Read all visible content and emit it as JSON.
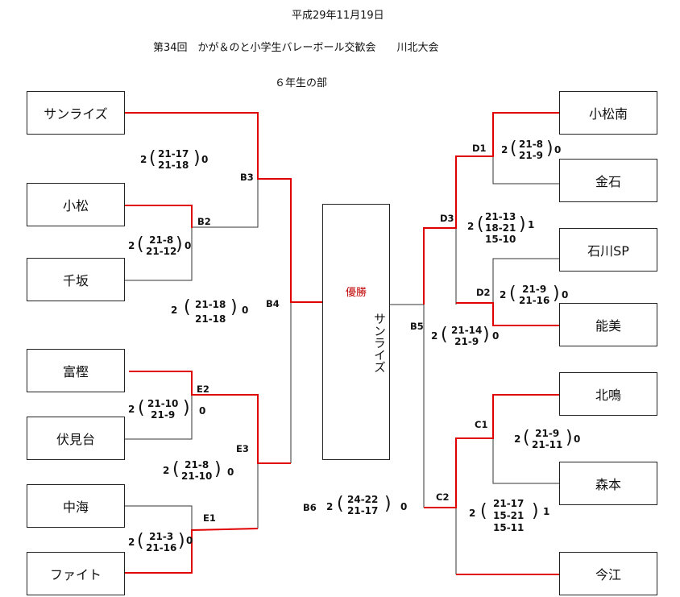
{
  "header": {
    "date": "平成29年11月19日",
    "title": "第34回　かが＆のと小学生バレーボール交歓会　　川北大会",
    "division": "６年生の部"
  },
  "teams": {
    "left": [
      "サンライズ",
      "小松",
      "千坂",
      "富樫",
      "伏見台",
      "中海",
      "ファイト"
    ],
    "right": [
      "小松南",
      "金石",
      "石川SP",
      "能美",
      "北鳴",
      "森本",
      "今江"
    ]
  },
  "champion": {
    "label": "優勝",
    "name": "サンライズ"
  },
  "matches": {
    "B2": {
      "label": "B2",
      "left": "2",
      "right": "0",
      "sets": [
        "21-8",
        "21-12"
      ]
    },
    "B3": {
      "label": "B3",
      "left": "2",
      "right": "0",
      "sets": [
        "21-17",
        "21-18"
      ]
    },
    "E2": {
      "label": "E2",
      "left": "2",
      "right": "0",
      "sets": [
        "21-10",
        "21-9"
      ]
    },
    "E1": {
      "label": "E1",
      "left": "2",
      "right": "0",
      "sets": [
        "21-3",
        "21-16"
      ]
    },
    "E3": {
      "label": "E3",
      "left": "2",
      "right": "0",
      "sets": [
        "21-8",
        "21-10"
      ]
    },
    "B4": {
      "label": "B4",
      "left": "2",
      "right": "0",
      "sets": [
        "21-18",
        "21-18"
      ]
    },
    "D1": {
      "label": "D1",
      "left": "2",
      "right": "0",
      "sets": [
        "21-8",
        "21-9"
      ]
    },
    "D2": {
      "label": "D2",
      "left": "2",
      "right": "0",
      "sets": [
        "21-9",
        "21-16"
      ]
    },
    "D3": {
      "label": "D3",
      "left": "2",
      "right": "1",
      "sets": [
        "21-13",
        "18-21",
        "15-10"
      ]
    },
    "C1": {
      "label": "C1",
      "left": "2",
      "right": "0",
      "sets": [
        "21-9",
        "21-11"
      ]
    },
    "C2": {
      "label": "C2",
      "left": "2",
      "right": "1",
      "sets": [
        "21-17",
        "15-21",
        "15-11"
      ]
    },
    "B5": {
      "label": "B5",
      "left": "2",
      "right": "0",
      "sets": [
        "21-14",
        "21-9"
      ]
    },
    "B6": {
      "label": "B6",
      "left": "2",
      "right": "0",
      "sets": [
        "24-22",
        "21-17"
      ]
    }
  },
  "colors": {
    "winner_line": "#e00000",
    "line": "#333333",
    "champion_label": "#c00000"
  }
}
